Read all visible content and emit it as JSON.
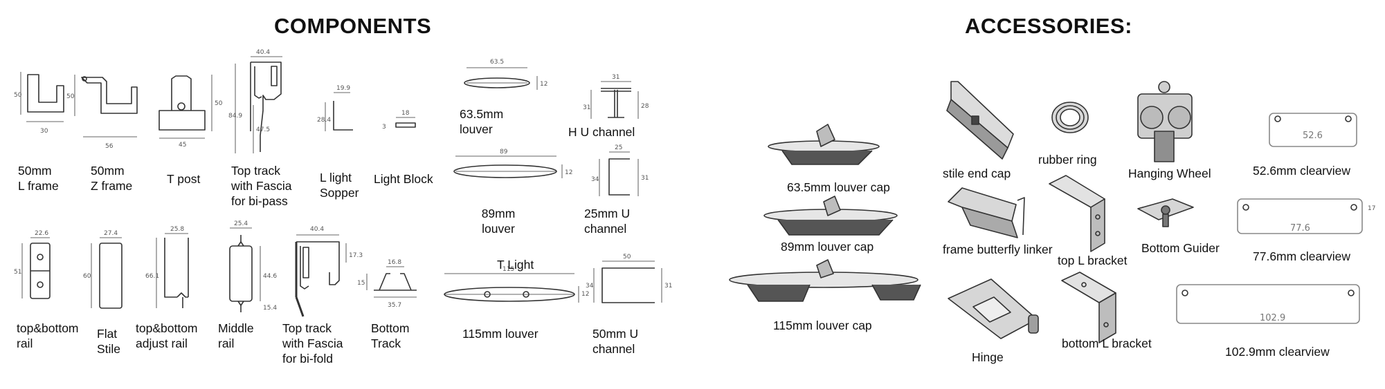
{
  "headings": {
    "components": "COMPONENTS",
    "accessories": "ACCESSORIES:"
  },
  "components": {
    "l_frame": "50mm\n L frame",
    "z_frame": "50mm\nZ frame",
    "t_post": "T post",
    "top_track_bipass": "Top track\nwith Fascia\nfor bi-pass",
    "l_light_stopper": "L light\nSopper",
    "light_block": "Light Block",
    "louver_63": "63.5mm\nlouver",
    "h_u_channel": "H U channel",
    "louver_89": "89mm\nlouver",
    "u_channel_25": "25mm U\nchannel",
    "top_bottom_rail": "top&bottom\nrail",
    "flat_stile": "Flat\nStile",
    "adjust_rail": "top&bottom\nadjust rail",
    "middle_rail": "Middle\nrail",
    "top_track_bifold": "Top track\nwith Fascia\nfor bi-fold",
    "bottom_track": "Bottom\nTrack",
    "t_light": "T Light",
    "louver_115": "115mm louver",
    "u_channel_50": "50mm U\nchannel"
  },
  "accessories": {
    "cap_63": "63.5mm louver cap",
    "cap_89": "89mm louver cap",
    "cap_115": "115mm louver cap",
    "stile_end_cap": "stile end cap",
    "rubber_ring": "rubber ring",
    "hanging_wheel": "Hanging Wheel",
    "clearview_52": "52.6mm clearview",
    "butterfly_linker": "frame butterfly linker",
    "top_l_bracket": "top L bracket",
    "bottom_guider": "Bottom Guider",
    "clearview_77": "77.6mm clearview",
    "hinge": "Hinge",
    "bottom_l_bracket": "bottom L bracket",
    "clearview_102": "102.9mm clearview"
  },
  "dimensions": {
    "lf_h": "50",
    "lf_w": "30",
    "zf_h": "50",
    "zf_w": "56",
    "tp_h": "50",
    "tp_w": "45",
    "tt_w": "40.4",
    "tt_h": "84.9",
    "tt_i": "47.5",
    "ls_w": "19.9",
    "ls_h": "28.4",
    "lb_w": "18",
    "lb_h": "3",
    "l63_w": "63.5",
    "l63_h": "12",
    "hu_w": "31",
    "hu_h1": "31",
    "hu_h2": "28",
    "l89_w": "89",
    "l89_h": "12",
    "u25_w": "25",
    "u25_h1": "34",
    "u25_h2": "31",
    "tbr_w": "22.6",
    "tbr_h": "51",
    "fs_w": "27.4",
    "fs_h": "60",
    "ar_w": "25.8",
    "ar_h": "66.1",
    "mr_w": "25.4",
    "mr_h1": "44.6",
    "mr_h2": "15.4",
    "tf_w": "40.4",
    "tf_h": "17.3",
    "bt_w1": "16.8",
    "bt_w2": "35.7",
    "bt_h": "15",
    "l115_w": "115",
    "l115_h": "12",
    "u50_w": "50",
    "u50_h1": "34",
    "u50_h2": "31",
    "cv52": "52.6",
    "cv77": "77.6",
    "cv102": "102.9",
    "cv_h": "17"
  }
}
